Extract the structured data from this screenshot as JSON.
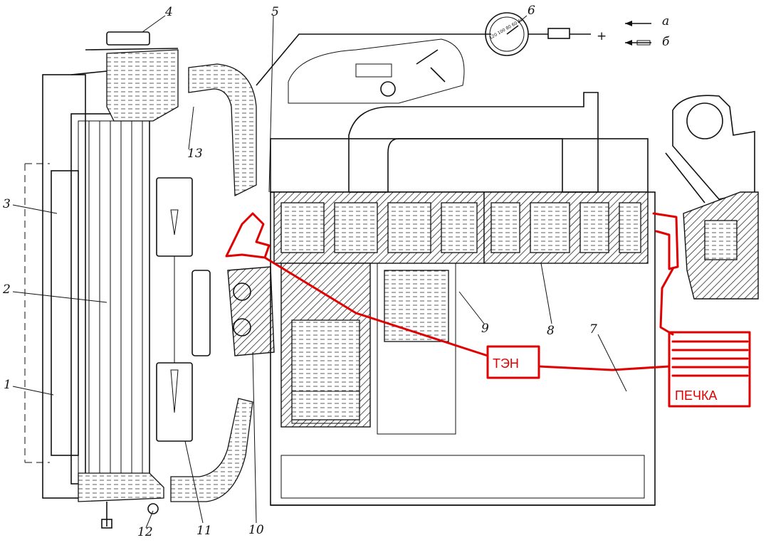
{
  "callouts": [
    {
      "id": "1",
      "text": "1"
    },
    {
      "id": "2",
      "text": "2"
    },
    {
      "id": "3",
      "text": "3"
    },
    {
      "id": "4",
      "text": "4"
    },
    {
      "id": "5",
      "text": "5"
    },
    {
      "id": "6",
      "text": "6"
    },
    {
      "id": "7",
      "text": "7"
    },
    {
      "id": "8",
      "text": "8"
    },
    {
      "id": "9",
      "text": "9"
    },
    {
      "id": "10",
      "text": "10"
    },
    {
      "id": "11",
      "text": "11"
    },
    {
      "id": "12",
      "text": "12"
    },
    {
      "id": "13",
      "text": "13"
    }
  ],
  "legend": {
    "a_label": "а",
    "b_label": "б",
    "plus_sign": "+"
  },
  "gauge": {
    "scale_text": "120  100  80  60  40"
  },
  "annotations": {
    "heater_element": "ТЭН",
    "stove": "ПЕЧКА",
    "color": "#e00000"
  }
}
